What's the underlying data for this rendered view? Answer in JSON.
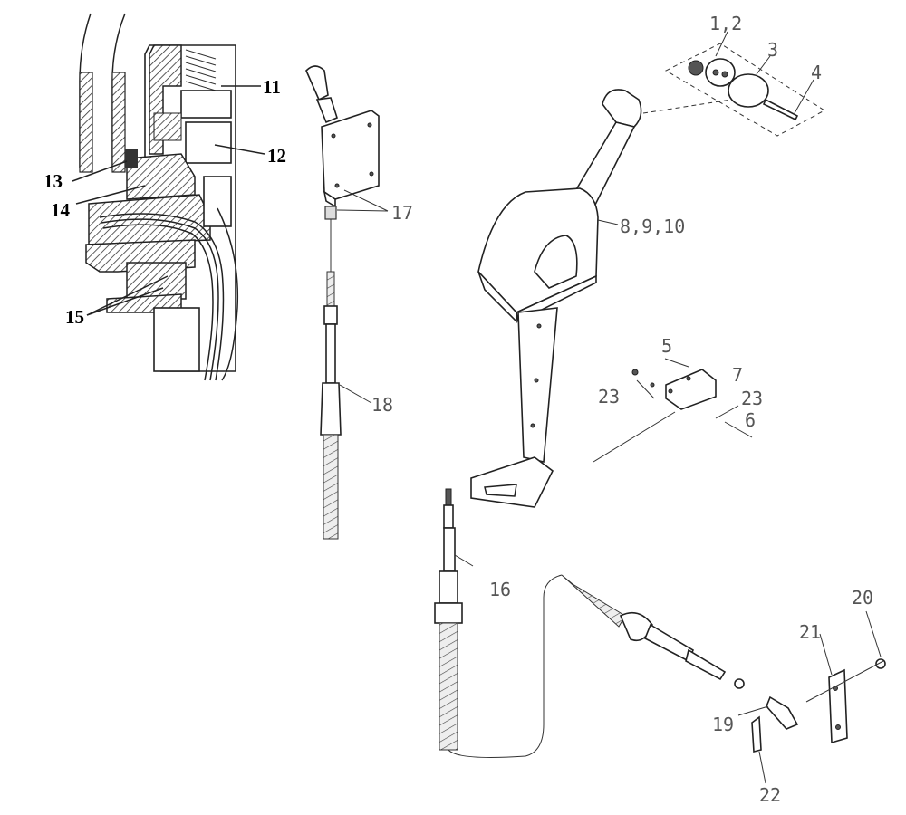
{
  "callouts": {
    "c11": "11",
    "c12": "12",
    "c13": "13",
    "c14": "14",
    "c15": "15",
    "c17": "17",
    "c18": "18",
    "c12b": "1,2",
    "c3": "3",
    "c4": "4",
    "c8910": "8,9,10",
    "c5": "5",
    "c7": "7",
    "c23a": "23",
    "c23b": "23",
    "c6": "6",
    "c16": "16",
    "c20": "20",
    "c21": "21",
    "c19": "19",
    "c22": "22"
  },
  "colors": {
    "line": "#222222",
    "hatch": "#333333",
    "shade": "#dddddd"
  }
}
